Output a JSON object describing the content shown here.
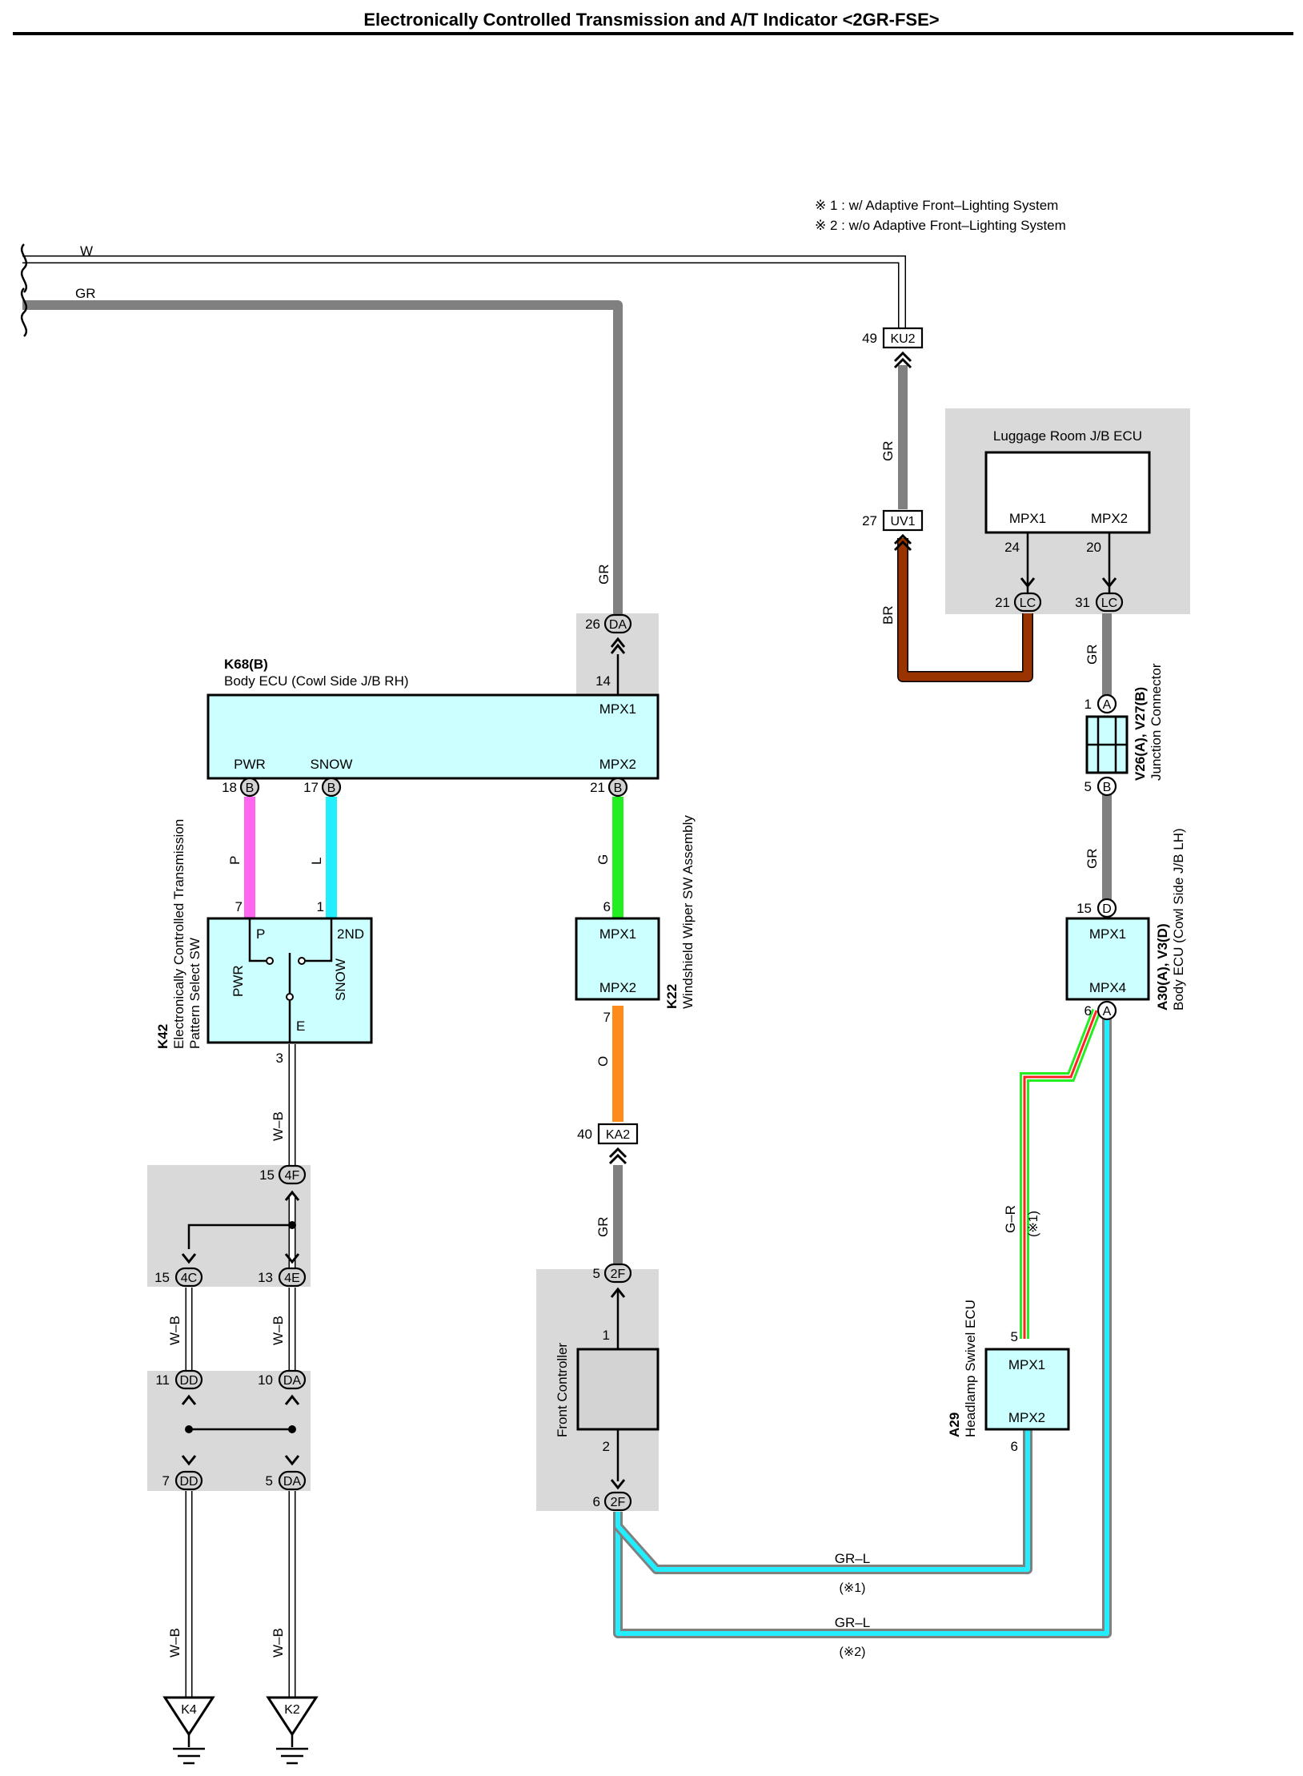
{
  "title": "Electronically Controlled Transmission and A/T Indicator <2GR-FSE>",
  "notes": [
    "※ 1 : w/ Adaptive Front–Lighting System",
    "※ 2 : w/o Adaptive Front–Lighting System"
  ],
  "colors": {
    "GR": "#808080",
    "W": "#ffffff",
    "P": "#ff66ee",
    "L": "#22eeff",
    "G": "#22ee22",
    "O": "#ff8c1a",
    "BR": "#993300",
    "component_fill": "#ccffff",
    "junction_shade": "#d9d9d9"
  },
  "wire_labels": {
    "w_top": "W",
    "gr_top": "GR",
    "gr_down": "GR",
    "p": "P",
    "l": "L",
    "g": "G",
    "o": "O",
    "gr_ka2": "GR",
    "wb_3": "W–B",
    "wb_4c": "W–B",
    "wb_4e": "W–B",
    "wb_dd7": "W–B",
    "wb_da5": "W–B",
    "gr_ku2": "GR",
    "br": "BR",
    "gr_lc": "GR",
    "gr_v26": "GR",
    "gr_r": "G–R",
    "gr_r_note": "(※1)",
    "grl_1": "GR–L",
    "grl_1_note": "(※1)",
    "grl_2": "GR–L",
    "grl_2_note": "(※2)"
  },
  "components": {
    "k68": {
      "code": "K68(B)",
      "name": "Body ECU (Cowl Side J/B RH)",
      "mpx1": "MPX1",
      "mpx2": "MPX2",
      "pwr": "PWR",
      "snow": "SNOW"
    },
    "k42": {
      "code": "K42",
      "name1": "Electronically Controlled Transmission",
      "name2": "Pattern Select SW",
      "p": "P",
      "second": "2ND",
      "pwr": "PWR",
      "snow": "SNOW",
      "e": "E"
    },
    "k22": {
      "code": "K22",
      "name": "Windshield Wiper SW Assembly",
      "mpx1": "MPX1",
      "mpx2": "MPX2"
    },
    "front_controller": {
      "name": "Front Controller"
    },
    "luggage": {
      "name": "Luggage Room J/B ECU",
      "mpx1": "MPX1",
      "mpx2": "MPX2"
    },
    "v26": {
      "code": "V26(A), V27(B)",
      "name": "Junction Connector"
    },
    "a30": {
      "code": "A30(A), V3(D)",
      "name": "Body ECU (Cowl Side J/B LH)",
      "mpx1": "MPX1",
      "mpx4": "MPX4"
    },
    "a29": {
      "code": "A29",
      "name": "Headlamp Swivel ECU",
      "mpx1": "MPX1",
      "mpx2": "MPX2"
    }
  },
  "connectors": {
    "da26": {
      "pin": "26",
      "id": "DA"
    },
    "b18": {
      "pin": "18",
      "id": "B"
    },
    "b17": {
      "pin": "17",
      "id": "B"
    },
    "b21": {
      "pin": "21",
      "id": "B"
    },
    "pin14": "14",
    "pin7": "7",
    "pin1": "1",
    "pin6_k22": "6",
    "pin7_k22": "7",
    "pin3": "3",
    "ka2": {
      "pin": "40",
      "id": "KA2"
    },
    "f4_15": {
      "pin": "15",
      "id": "4F"
    },
    "c4_15": {
      "pin": "15",
      "id": "4C"
    },
    "e4_13": {
      "pin": "13",
      "id": "4E"
    },
    "dd11": {
      "pin": "11",
      "id": "DD"
    },
    "da10": {
      "pin": "10",
      "id": "DA"
    },
    "dd7": {
      "pin": "7",
      "id": "DD"
    },
    "da5": {
      "pin": "5",
      "id": "DA"
    },
    "f2_5": {
      "pin": "5",
      "id": "2F"
    },
    "f2_6": {
      "pin": "6",
      "id": "2F"
    },
    "fc_pin1": "1",
    "fc_pin2": "2",
    "ku2": {
      "pin": "49",
      "id": "KU2"
    },
    "uv1": {
      "pin": "27",
      "id": "UV1"
    },
    "lc21": {
      "pin": "21",
      "id": "LC"
    },
    "lc31": {
      "pin": "31",
      "id": "LC"
    },
    "lug_pin24": "24",
    "lug_pin20": "20",
    "a1": {
      "pin": "1",
      "id": "A"
    },
    "b5": {
      "pin": "5",
      "id": "B"
    },
    "d15": {
      "pin": "15",
      "id": "D"
    },
    "a6": {
      "pin": "6",
      "id": "A"
    },
    "a29_pin5": "5",
    "a29_pin6": "6"
  },
  "grounds": [
    {
      "id": "K4"
    },
    {
      "id": "K2"
    }
  ]
}
